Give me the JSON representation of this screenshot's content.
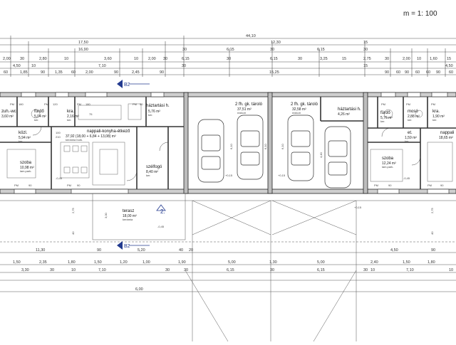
{
  "title": {
    "scale": "m = 1: 100"
  },
  "top_dims": {
    "total": "44,10",
    "row1": [
      "17,50",
      "12,30",
      "15"
    ],
    "row2": [
      "16,90",
      "30",
      "6,15",
      "30",
      "6,15",
      "30"
    ],
    "row3": [
      "2,00",
      "30",
      "2,80",
      "10",
      "3,60",
      "10",
      "2,00",
      "30",
      "6,15",
      "30",
      "6,15",
      "30",
      "3,25",
      "15",
      "2,75",
      "30",
      "2,00",
      "10",
      "1,60",
      "15"
    ],
    "row4": [
      "4,50",
      "10",
      "7,10",
      "30",
      "15",
      "4,50"
    ],
    "row5": [
      "60",
      "1,85",
      "90",
      "1,35",
      "60",
      "2,00",
      "90",
      "2,45",
      "90",
      "15,25",
      "90",
      "60",
      "90",
      "60",
      "60",
      "90",
      "60"
    ]
  },
  "bottom_dims": {
    "row1": [
      "11,30",
      "90",
      "5,20",
      "40",
      "20",
      "4,50",
      "90"
    ],
    "row2": [
      "1,50",
      "2,35",
      "1,80",
      "1,50",
      "1,20",
      "1,00",
      "1,90",
      "5,00",
      "1,30",
      "5,00",
      "2,40",
      "1,50",
      "1,80"
    ],
    "row3": [
      "3,30",
      "30",
      "10",
      "7,10",
      "30",
      "30",
      "6,15",
      "30",
      "6,15",
      "30",
      "10",
      "7,10",
      "10"
    ],
    "row4": [
      "6,00"
    ]
  },
  "rooms": [
    {
      "name": "zuh.-wc",
      "area": "3,60 m²",
      "floor": ""
    },
    {
      "name": "fürdő",
      "area": "5,04 m²",
      "floor": "ker."
    },
    {
      "name": "kra.",
      "area": "2,16 m²",
      "floor": "ker."
    },
    {
      "name": "háztartási h.",
      "area": "5,76 m²",
      "floor": "ker."
    },
    {
      "name": "közl.",
      "area": "5,94 m²",
      "floor": "ker."
    },
    {
      "name": "nappali-konyha-étkező",
      "area": "37,92 (18,00 + 6,84 + 13,08) m²",
      "floor": "kerámia burk."
    },
    {
      "name": "szoba",
      "area": "10,98 m²",
      "floor": "lam.park."
    },
    {
      "name": "szélfogó",
      "area": "8,40 m²",
      "floor": "ker."
    },
    {
      "name": "terasz",
      "area": "18,00 m²",
      "floor": "kerámia"
    },
    {
      "name": "2 fh. gk. tároló",
      "area": "37,51 m²",
      "floor": "rezkori"
    },
    {
      "name": "2 fh. gk. tároló",
      "area": "32,58 m²",
      "floor": "rezkori"
    },
    {
      "name": "háztartási h.",
      "area": "4,26 m²",
      "floor": ""
    },
    {
      "name": "fürdő",
      "area": "5,76 m²",
      "floor": "ker."
    },
    {
      "name": "mosó",
      "area": "2,88 m²",
      "floor": "ker."
    },
    {
      "name": "kra.",
      "area": "1,90 m²",
      "floor": "ker."
    },
    {
      "name": "et.",
      "area": "1,59 m²",
      "floor": "ker."
    },
    {
      "name": "szoba",
      "area": "12,24 m²",
      "floor": "lam.park."
    },
    {
      "name": "nappali",
      "area": "18,65 m²",
      "floor": ""
    }
  ],
  "section_marks": [
    "B2",
    "B2"
  ],
  "other_labels": {
    "pm": "PM",
    "unit_marker": "2.",
    "level_minus": "-0,45",
    "level_plus": "+0,15",
    "v3": "3,00",
    "v275": "2,75",
    "v40": "40",
    "v610": "6,10",
    "v90": "90",
    "v210": "210",
    "v100": "100",
    "v180": "180",
    "v120": "120",
    "v50": "50",
    "v75": "75",
    "v4": "4,40"
  }
}
